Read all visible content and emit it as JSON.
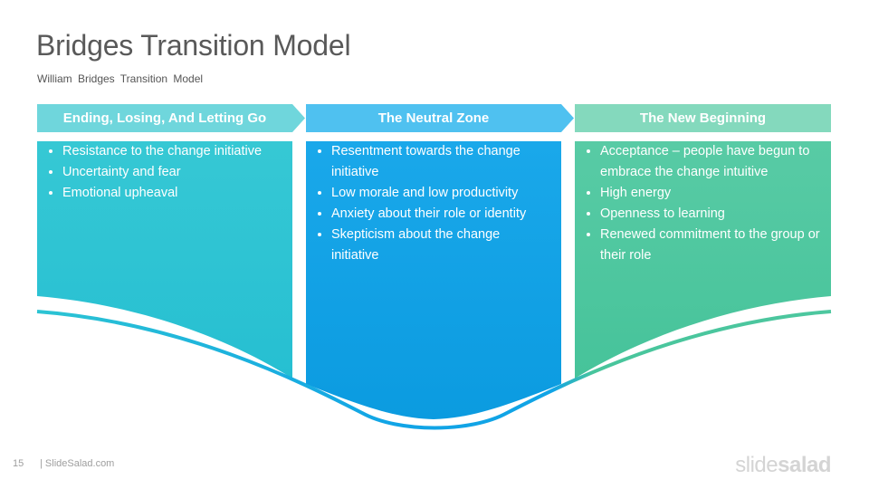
{
  "title": "Bridges Transition Model",
  "subtitle": "William Bridges Transition Model",
  "columns": [
    {
      "header": "Ending, Losing, And Letting Go",
      "items": [
        "Resistance to the change initiative",
        "Uncertainty and fear",
        "Emotional upheaval"
      ],
      "header_color": "#6fd6dc",
      "body_color_top": "#36c8d4",
      "body_color_bottom": "#2ac3d3"
    },
    {
      "header": "The Neutral Zone",
      "items": [
        "Resentment towards the change initiative",
        "Low morale and low productivity",
        "Anxiety about their role or identity",
        "Skepticism about the change initiative"
      ],
      "header_color": "#4fc1f0",
      "body_color_top": "#1aa8ea",
      "body_color_bottom": "#0d9fe3"
    },
    {
      "header": "The New Beginning",
      "items": [
        "Acceptance – people have begun to embrace the change intuitive",
        "High energy",
        "Openness to learning",
        "Renewed commitment to the group or their role"
      ],
      "header_color": "#84d9bd",
      "body_color_top": "#58cba5",
      "body_color_bottom": "#4ac59c"
    }
  ],
  "footer": {
    "page_number": "15",
    "site": "| SlideSalad.com",
    "brand_light": "slide",
    "brand_bold": "salad"
  }
}
